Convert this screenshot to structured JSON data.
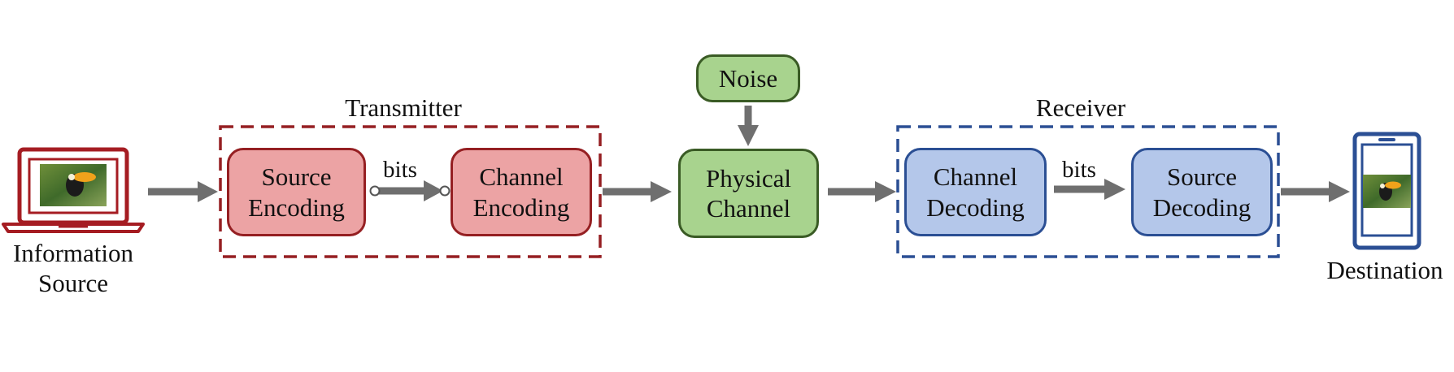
{
  "colors": {
    "transmitter_border": "#951f22",
    "transmitter_fill": "#eca3a4",
    "receiver_border": "#2b4f94",
    "receiver_fill": "#b4c7ea",
    "channel_border": "#3a5b25",
    "channel_fill": "#a8d38e",
    "arrow": "#6f6f6f"
  },
  "source": {
    "label": "Information Source",
    "icon": "laptop-icon"
  },
  "destination": {
    "label": "Destination",
    "icon": "smartphone-icon"
  },
  "transmitter": {
    "title": "Transmitter",
    "source_encoding": "Source Encoding",
    "channel_encoding": "Channel Encoding",
    "bits": "bits"
  },
  "channel": {
    "noise": "Noise",
    "physical": "Physical Channel"
  },
  "receiver": {
    "title": "Receiver",
    "channel_decoding": "Channel Decoding",
    "source_decoding": "Source Decoding",
    "bits": "bits"
  }
}
